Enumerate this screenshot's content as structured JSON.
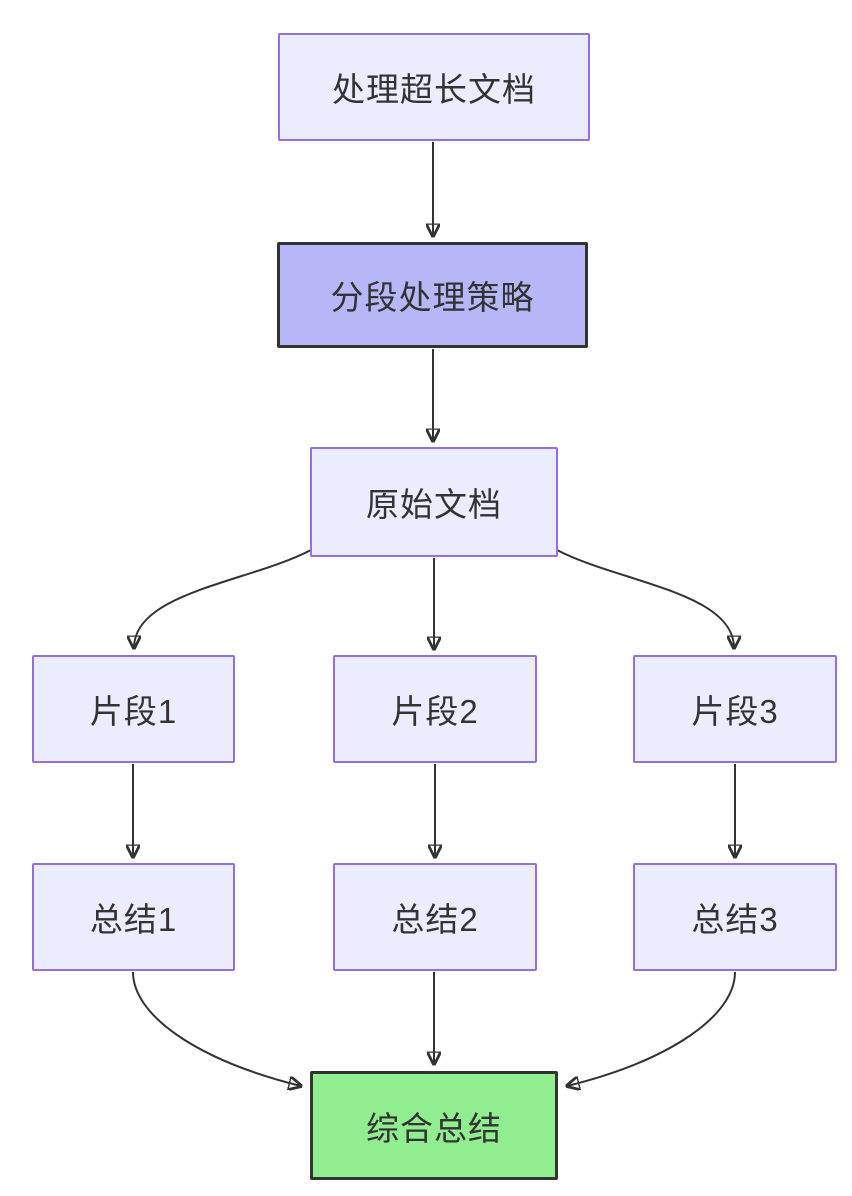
{
  "diagram": {
    "type": "flowchart-top-down",
    "nodes": [
      {
        "id": "A",
        "label": "处理超长文档",
        "style": "default"
      },
      {
        "id": "B",
        "label": "分段处理策略",
        "style": "highlight"
      },
      {
        "id": "C",
        "label": "原始文档",
        "style": "default"
      },
      {
        "id": "D1",
        "label": "片段1",
        "style": "default"
      },
      {
        "id": "D2",
        "label": "片段2",
        "style": "default"
      },
      {
        "id": "D3",
        "label": "片段3",
        "style": "default"
      },
      {
        "id": "E1",
        "label": "总结1",
        "style": "default"
      },
      {
        "id": "E2",
        "label": "总结2",
        "style": "default"
      },
      {
        "id": "E3",
        "label": "总结3",
        "style": "default"
      },
      {
        "id": "F",
        "label": "综合总结",
        "style": "result"
      }
    ],
    "edges": [
      {
        "from": "处理超长文档",
        "to": "分段处理策略"
      },
      {
        "from": "分段处理策略",
        "to": "原始文档"
      },
      {
        "from": "原始文档",
        "to": "片段1"
      },
      {
        "from": "原始文档",
        "to": "片段2"
      },
      {
        "from": "原始文档",
        "to": "片段3"
      },
      {
        "from": "片段1",
        "to": "总结1"
      },
      {
        "from": "片段2",
        "to": "总结2"
      },
      {
        "from": "片段3",
        "to": "总结3"
      },
      {
        "from": "总结1",
        "to": "综合总结"
      },
      {
        "from": "总结2",
        "to": "综合总结"
      },
      {
        "from": "总结3",
        "to": "综合总结"
      }
    ],
    "colors": {
      "background": "#FFFFFF",
      "node_default_fill": "#ECECFF",
      "node_default_border": "#9370DB",
      "node_highlight_fill": "#B7B7F7",
      "node_highlight_border": "#333333",
      "node_result_fill": "#90EE90",
      "node_result_border": "#333333",
      "edge": "#333333",
      "text": "#333333"
    }
  }
}
